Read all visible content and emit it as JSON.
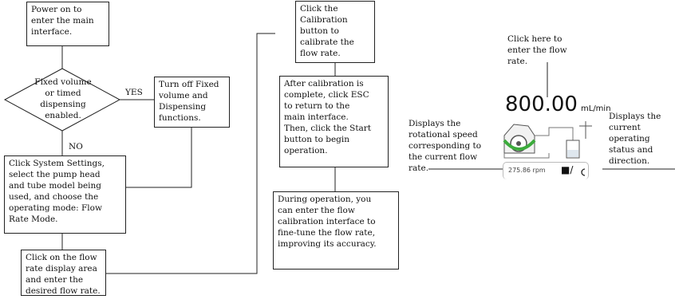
{
  "flowchart": {
    "step_power_on": "Power on to\nenter the main\ninterface.",
    "decision": "Fixed volume\nor timed\ndispensing\nenabled.",
    "yes_label": "YES",
    "no_label": "NO",
    "turn_off": "Turn off Fixed\nvolume and\nDispensing\nfunctions.",
    "system_settings": "Click System Settings,\nselect the pump head\nand tube model being\nused, and choose the\noperating mode: Flow\nRate Mode.",
    "click_flow_rate": "Click on the flow\nrate display area\nand enter the\ndesired flow rate.",
    "calibration": "Click the\nCalibration\nbutton to\ncalibrate the\nflow rate.",
    "after_calibration": "After calibration is\ncomplete, click ESC\nto return to the\nmain interface.\nThen, click the Start\nbutton to begin\noperation.",
    "during_operation": "During operation, you\ncan enter the flow\ncalibration interface to\nfine-tune the flow rate,\nimproving its accuracy."
  },
  "device": {
    "callout_top": "Click here to\nenter the flow\nrate.",
    "flow_value": "800.00",
    "flow_unit": "mL/min",
    "callout_left": "Displays the\nrotational speed\ncorresponding to\nthe current flow\nrate.",
    "callout_right": "Displays the\ncurrent\noperating\nstatus and\ndirection.",
    "rpm_value": "275.86 rpm",
    "status_symbol": "■/",
    "accent_color": "#3cab3c"
  }
}
